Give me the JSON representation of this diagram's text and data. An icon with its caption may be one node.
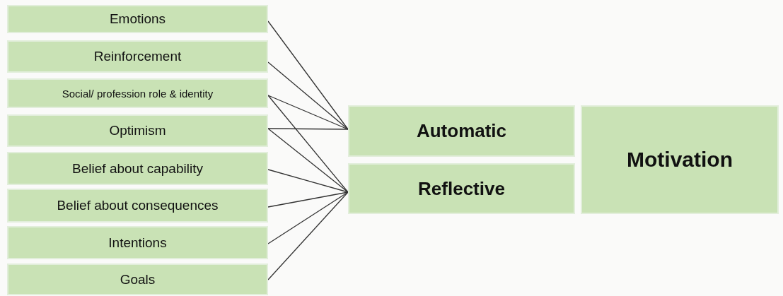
{
  "diagram": {
    "nodes": [
      {
        "text": [
          "Emotions"
        ]
      },
      {
        "text": [
          "Reinforcement"
        ]
      },
      {
        "text": [
          "Social/ profession role & identity"
        ]
      },
      {
        "text": [
          "Optimism"
        ]
      },
      {
        "text": [
          "Belief about capability"
        ]
      },
      {
        "text": [
          "Belief about consequences"
        ]
      },
      {
        "text": [
          "Intentions"
        ]
      },
      {
        "text": [
          "Goals"
        ]
      },
      {
        "text": [
          "Automatic"
        ]
      },
      {
        "text": [
          "Reflective"
        ]
      },
      {
        "text": [
          "Motivation"
        ]
      }
    ],
    "edges": [
      {
        "from": 0,
        "to": 8,
        "arrow": "none"
      },
      {
        "from": 1,
        "to": 8,
        "arrow": "none"
      },
      {
        "from": 2,
        "to": 8,
        "arrow": "none"
      },
      {
        "from": 2,
        "to": 9,
        "arrow": "none"
      },
      {
        "from": 3,
        "to": 8,
        "arrow": "none"
      },
      {
        "from": 3,
        "to": 9,
        "arrow": "none"
      },
      {
        "from": 4,
        "to": 9,
        "arrow": "none"
      },
      {
        "from": 5,
        "to": 9,
        "arrow": "none"
      },
      {
        "from": 6,
        "to": 9,
        "arrow": "none"
      },
      {
        "from": 7,
        "to": 9,
        "arrow": "none"
      }
    ]
  }
}
